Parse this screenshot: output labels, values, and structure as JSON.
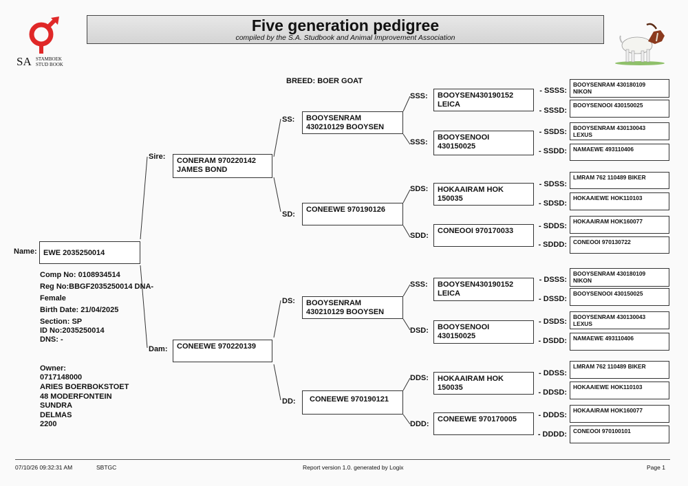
{
  "header": {
    "title": "Five generation pedigree",
    "subtitle": "compiled by the S.A. Studbook and Animal Improvement Association",
    "logo_sa": "SA",
    "logo_line1": "STAMBOEK",
    "logo_line2": "STUD BOOK",
    "brand_color": "#e02828"
  },
  "breed": "BREED: BOER GOAT",
  "animal": {
    "name_label": "Name:",
    "name": "EWE 2035250014",
    "comp_no": "Comp No: 0108934514",
    "reg_no": "Reg No:BBGF2035250014 DNA-",
    "sex": "Female",
    "birth_date": "Birth Date: 21/04/2025",
    "section": "Section: SP",
    "id_no": "ID No:2035250014",
    "dns": "DNS: -"
  },
  "owner": {
    "label": "Owner:",
    "phone": "0717148000",
    "name": "ARIES BOERBOKSTOET",
    "address1": "48 MODERFONTEIN",
    "address2": "SUNDRA",
    "address3": "DELMAS",
    "postal": "2200"
  },
  "gen1": {
    "sire_label": "Sire:",
    "sire": "CONERAM 970220142\nJAMES BOND",
    "dam_label": "Dam:",
    "dam": "CONEEWE 970220139"
  },
  "gen2": {
    "ss_label": "SS:",
    "ss": "BOOYSENRAM\n430210129 BOOYSEN",
    "sd_label": "SD:",
    "sd": "CONEEWE 970190126",
    "ds_label": "DS:",
    "ds": "BOOYSENRAM\n430210129 BOOYSEN",
    "dd_label": "DD:",
    "dd": "CONEEWE 970190121"
  },
  "gen3": {
    "sss_label": "SSS:",
    "sss": "BOOYSEN430190152\nLEICA",
    "ssd_label": "SSS:",
    "ssd": "BOOYSENOOI\n430150025",
    "sds_label": "SDS:",
    "sds": "HOKAAIRAM HOK\n150035",
    "sdd_label": "SDD:",
    "sdd": "CONEOOI 970170033",
    "dss_label": "SSS:",
    "dss": "BOOYSEN430190152\nLEICA",
    "dsd_label": "DSD:",
    "dsd": "BOOYSENOOI\n430150025",
    "dds_label": "DDS:",
    "dds": "HOKAAIRAM HOK\n150035",
    "ddd_label": "DDD:",
    "ddd": "CONEEWE 970170005"
  },
  "gen4": {
    "ssss_label": "- SSSS:",
    "ssss": "BOOYSENRAM 430180109\nNIKON",
    "sssd_label": "- SSSD:",
    "sssd": "BOOYSENOOI 430150025",
    "ssds_label": "- SSDS:",
    "ssds": "BOOYSENRAM 430130043\nLEXUS",
    "ssdd_label": "- SSDD:",
    "ssdd": "NAMAEWE 493110406",
    "sdss_label": "- SDSS:",
    "sdss": "LMRAM 762 110489 BIKER",
    "sdsd_label": "- SDSD:",
    "sdsd": "HOKAAIEWE HOK110103",
    "sdds_label": "- SDDS:",
    "sdds": "HOKAAIRAM HOK160077",
    "sddd_label": "- SDDD:",
    "sddd": "CONEOOI 970130722",
    "dsss_label": "- DSSS:",
    "dsss": "BOOYSENRAM 430180109\nNIKON",
    "dssd_label": "- DSSD:",
    "dssd": "BOOYSENOOI 430150025",
    "dsds_label": "- DSDS:",
    "dsds": "BOOYSENRAM 430130043\nLEXUS",
    "dsdd_label": "- DSDD:",
    "dsdd": "NAMAEWE 493110406",
    "ddss_label": "- DDSS:",
    "ddss": "LMRAM 762 110489 BIKER",
    "ddsd_label": "- DDSD:",
    "ddsd": "HOKAAIEWE HOK110103",
    "ddds_label": "- DDDS:",
    "ddds": "HOKAAIRAM HOK160077",
    "dddd_label": "- DDDD:",
    "dddd": "CONEOOI 970100101"
  },
  "footer": {
    "datetime": "07/10/26 09:32:31 AM",
    "code": "SBTGC",
    "report": "Report version 1.0. generated by Logix",
    "page": "Page 1"
  }
}
